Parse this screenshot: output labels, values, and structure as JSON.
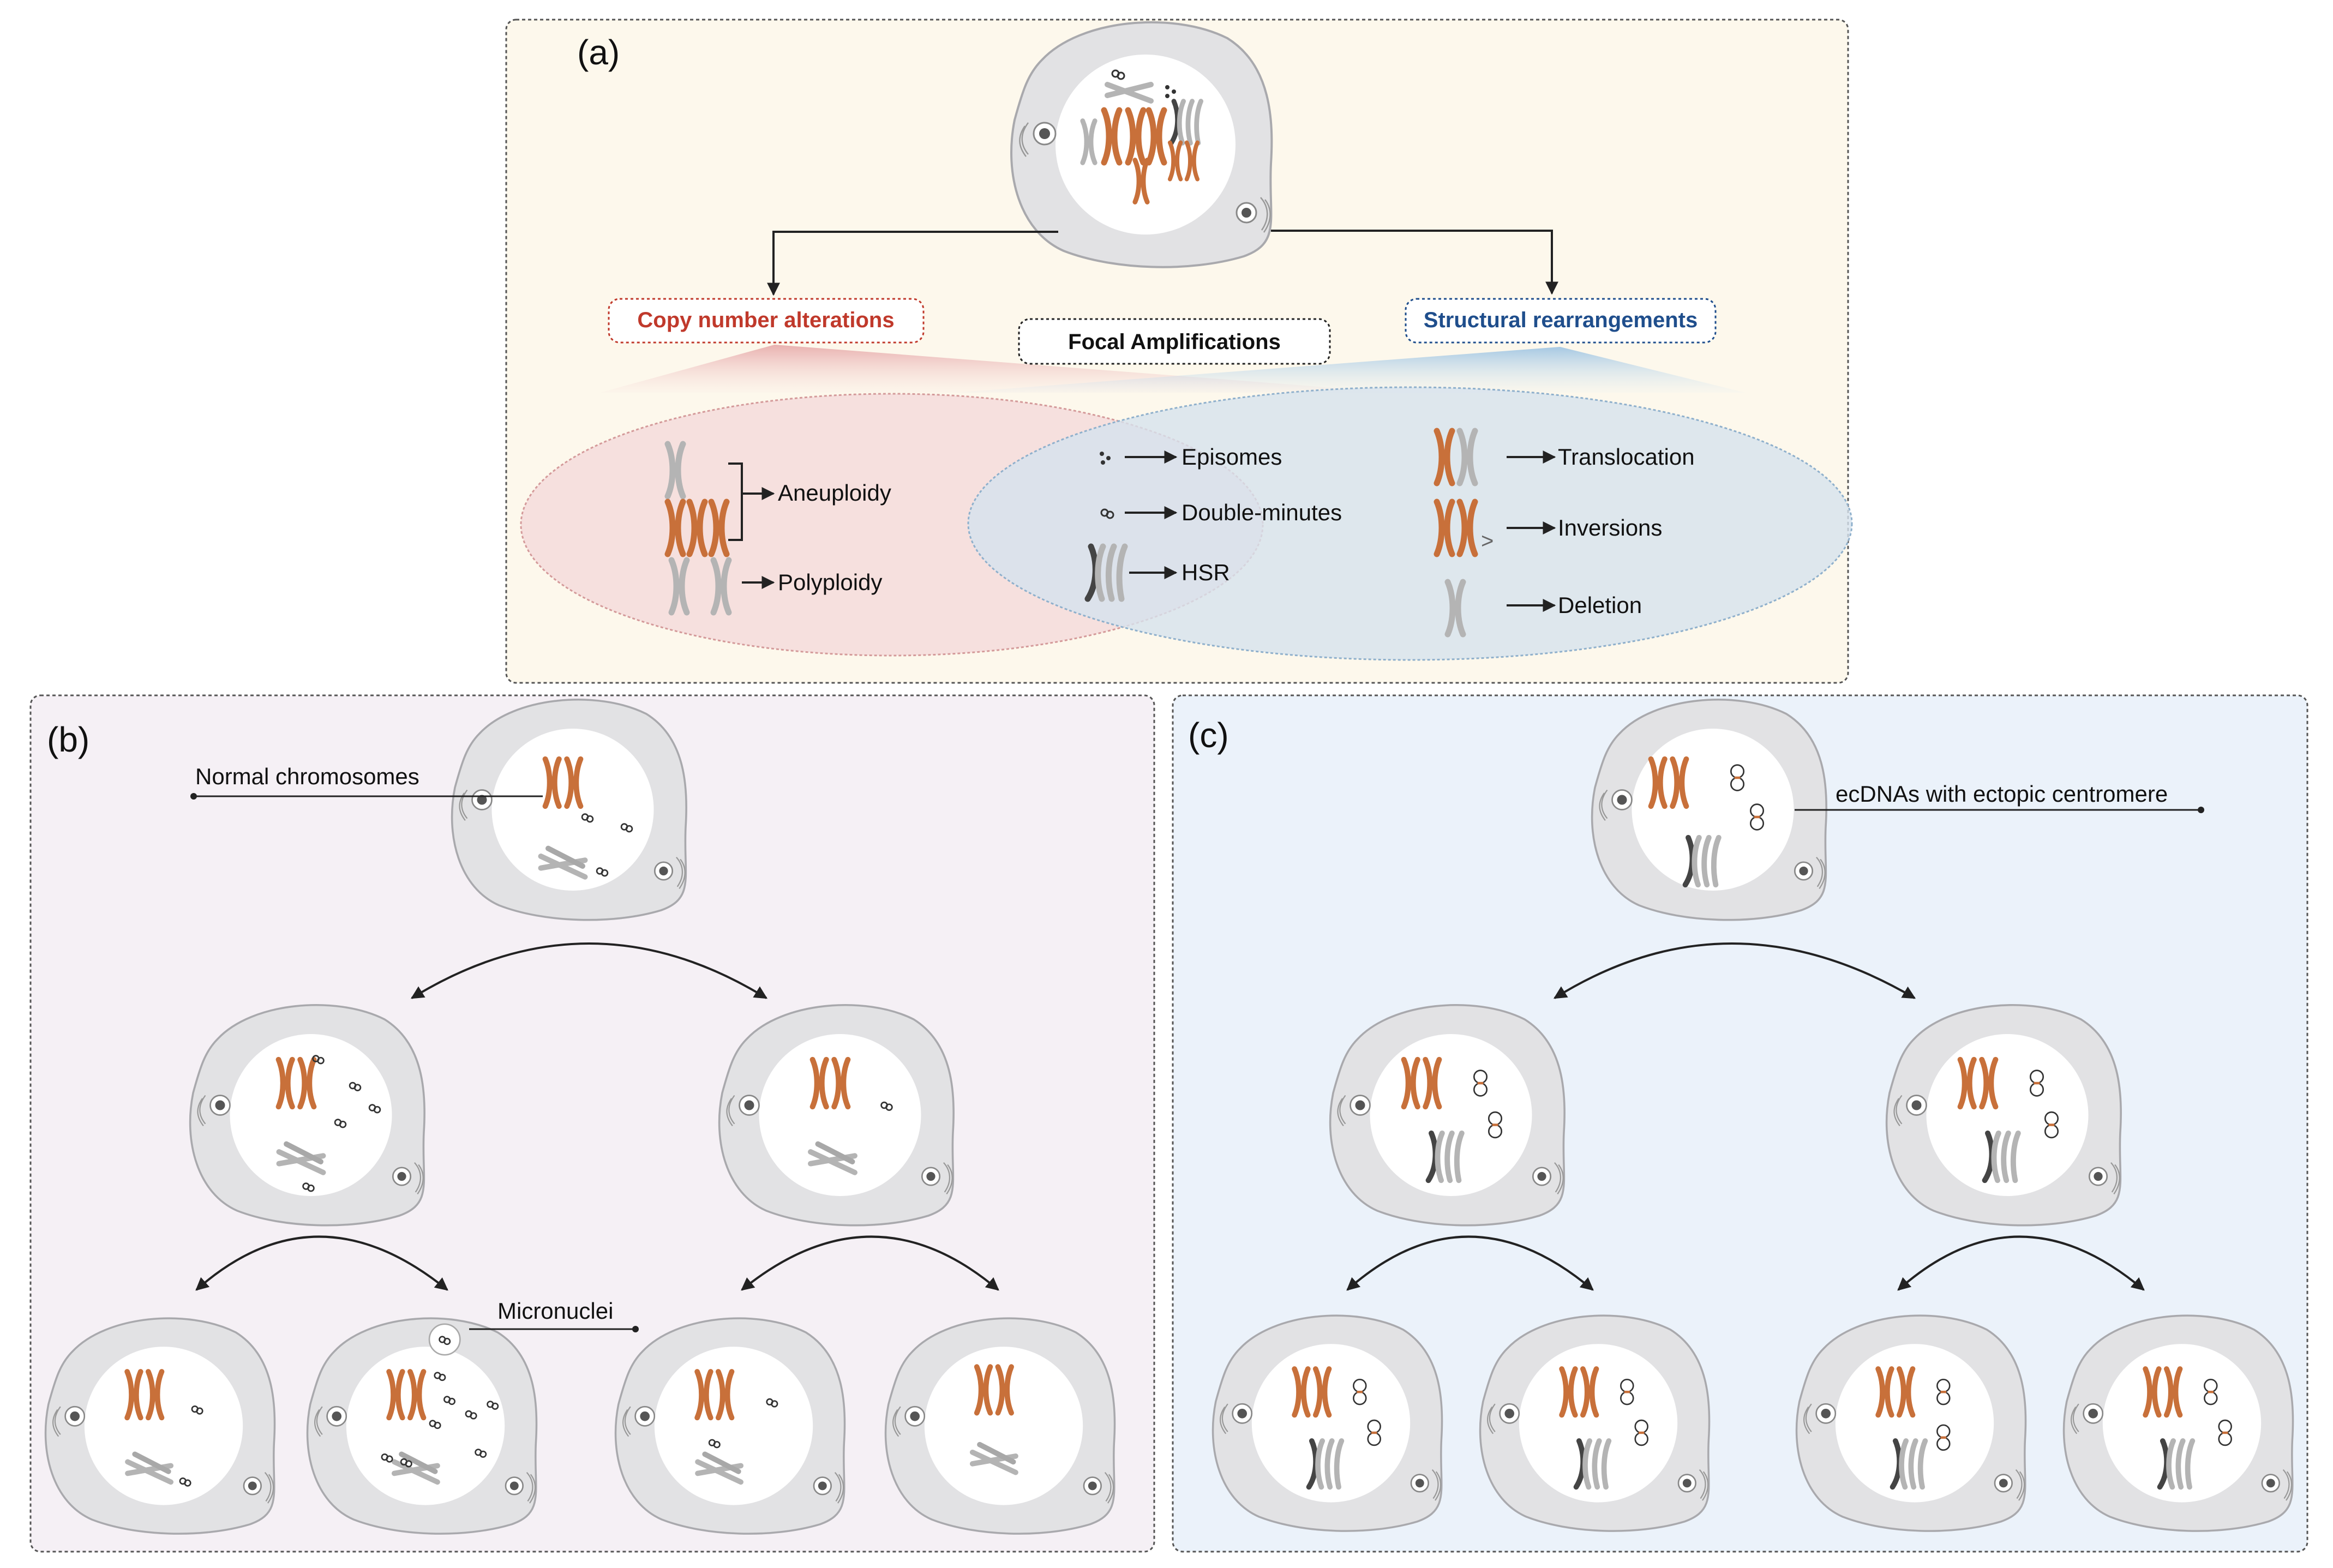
{
  "panels": {
    "a": {
      "label": "(a)",
      "categories": {
        "copy_number": "Copy number alterations",
        "focal": "Focal Amplifications",
        "structural": "Structural rearrangements"
      },
      "items": {
        "aneuploidy": "Aneuploidy",
        "polyploidy": "Polyploidy",
        "episomes": "Episomes",
        "double_minutes": "Double-minutes",
        "hsr": "HSR",
        "translocation": "Translocation",
        "inversions": "Inversions",
        "deletion": "Deletion"
      },
      "inversion_mark": ">"
    },
    "b": {
      "label": "(b)",
      "callout_normal": "Normal chromosomes",
      "callout_micronuclei": "Micronuclei"
    },
    "c": {
      "label": "(c)",
      "callout_ecdna": "ecDNAs with ectopic centromere"
    }
  },
  "colors": {
    "panel_a_bg": "#fdf8ec",
    "panel_b_bg": "#f5f0f5",
    "panel_c_bg": "#ebf2fa",
    "copy_number_text": "#c0392b",
    "structural_text": "#1f4e8c",
    "chromosome_orange": "#c8703a",
    "chromosome_gray": "#b4b4b4",
    "chromosome_dark": "#444444",
    "cell_fill": "#e2e2e4",
    "ellipse_left": "#f5dcdc",
    "ellipse_right": "#d6e2ee"
  }
}
